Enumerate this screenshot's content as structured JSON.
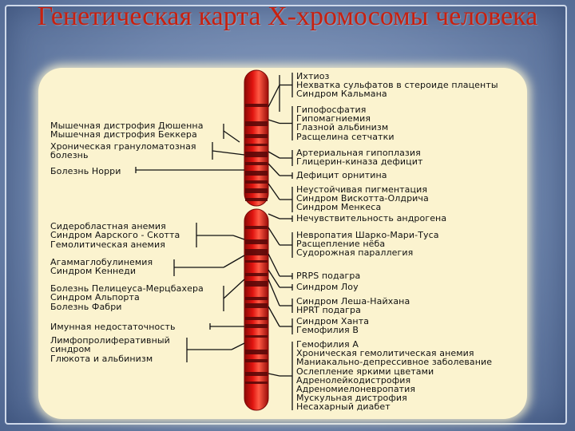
{
  "title": "Генетическая карта Х-хромосомы человека",
  "colors": {
    "title": "#c8200f",
    "chromosome": "#e01410",
    "band": "#5a0808",
    "panel": "#fbf3cf"
  },
  "left_groups": [
    [
      "Мышечная дистрофия Дюшенна",
      "Мышечная дистрофия Беккера"
    ],
    [
      "Хроническая грануломатозная",
      "болезнь"
    ],
    [
      "Болезнь Норри"
    ],
    [
      "Сидеробластная анемия",
      "Синдром Аарского - Скотта",
      "Гемолитическая анемия"
    ],
    [
      "Агаммаглобулинемия",
      "Синдром Кеннеди"
    ],
    [
      "Болезнь Пелицеуса-Мерцбахера",
      "Синдром Альпорта",
      "Болезнь Фабри"
    ],
    [
      "Имунная недостаточность"
    ],
    [
      "Лимфопролиферативный",
      "синдром",
      "Глюкота и альбинизм"
    ]
  ],
  "right_groups": [
    [
      "Ихтиоз",
      "Нехватка сульфатов в стероиде плаценты",
      "Синдром Кальмана"
    ],
    [
      "Гипофосфатия",
      "Гипомагниемия",
      "Глазной альбинизм",
      "Расщелина сетчатки"
    ],
    [
      "Артериальная гипоплазия",
      "Глицерин-киназа дефицит"
    ],
    [
      "Дефицит орнитина"
    ],
    [
      "Неустойчивая пигментация",
      "Синдром Вискотта-Олдрича",
      "Синдром Менкеса"
    ],
    [
      "Нечувствительность андрогена"
    ],
    [
      "Невропатия Шарко-Мари-Туса",
      "Расщепление нёба",
      "Судорожная параллегия"
    ],
    [
      "PRPS подагра"
    ],
    [
      "Синдром Лоу"
    ],
    [
      "Синдром Леша-Найхана",
      "HPRT подагра"
    ],
    [
      "Синдром Ханта",
      "Гемофилия В"
    ],
    [
      "Гемофилия А",
      "Хроническая гемолитическая анемия",
      "Маниакально-депрессивное заболевание",
      "Ослепление яркими цветами",
      "Адренолейкодистрофия",
      "Адреномиелоневропатия",
      "Мускульная дистрофия",
      "Несахарный диабет"
    ]
  ]
}
